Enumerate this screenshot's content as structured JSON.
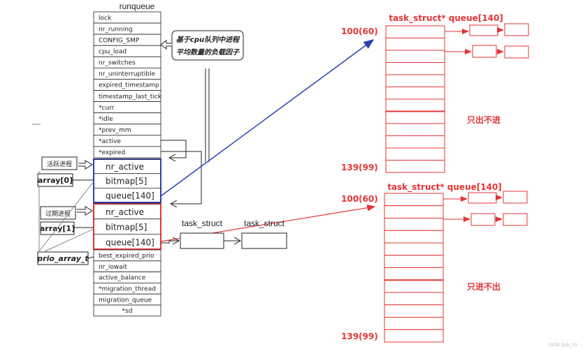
{
  "runqueue": {
    "title": "runqueue",
    "fields": [
      "lock",
      "nr_running",
      "CONFIG_SMP",
      "cpu_load",
      "nr_switches",
      "nr_uninterruptible",
      "expired_timestamp",
      "timestamp_last_tick",
      "*curr",
      "*idle",
      "*prev_mm",
      "*active",
      "*expired"
    ],
    "active_fields": [
      "nr_active",
      "bitmap[5]",
      "queue[140]"
    ],
    "expired_fields": [
      "nr_active",
      "bitmap[5]",
      "queue[140]"
    ],
    "tail_fields": [
      "best_expired_prio",
      "nr_iowait",
      "active_balance",
      "*migration_thread",
      "migration_queue",
      "*sd"
    ]
  },
  "callout": {
    "line1": "基于cpu队列中进程",
    "line2": "平均数量的负载因子"
  },
  "side_labels": {
    "active_process": "活跃进程",
    "array0": "array[0]",
    "expired_process": "过期进程",
    "array1": "array[1]",
    "prio_array": "prio_array_t"
  },
  "task_struct_labels": [
    "task_struct",
    "task_struct"
  ],
  "queue_top": {
    "title": "task_struct* queue[140]",
    "start": "100(60)",
    "end": "139(99)",
    "note": "只出不进"
  },
  "queue_bottom": {
    "title": "task_struct* queue[140]",
    "start": "100(60)",
    "end": "139(99)",
    "note": "只进不出"
  },
  "watermark": "CSDN @ds_3S",
  "colors": {
    "red": "#e53333",
    "blue": "#2b3fb0",
    "black": "#222222"
  }
}
